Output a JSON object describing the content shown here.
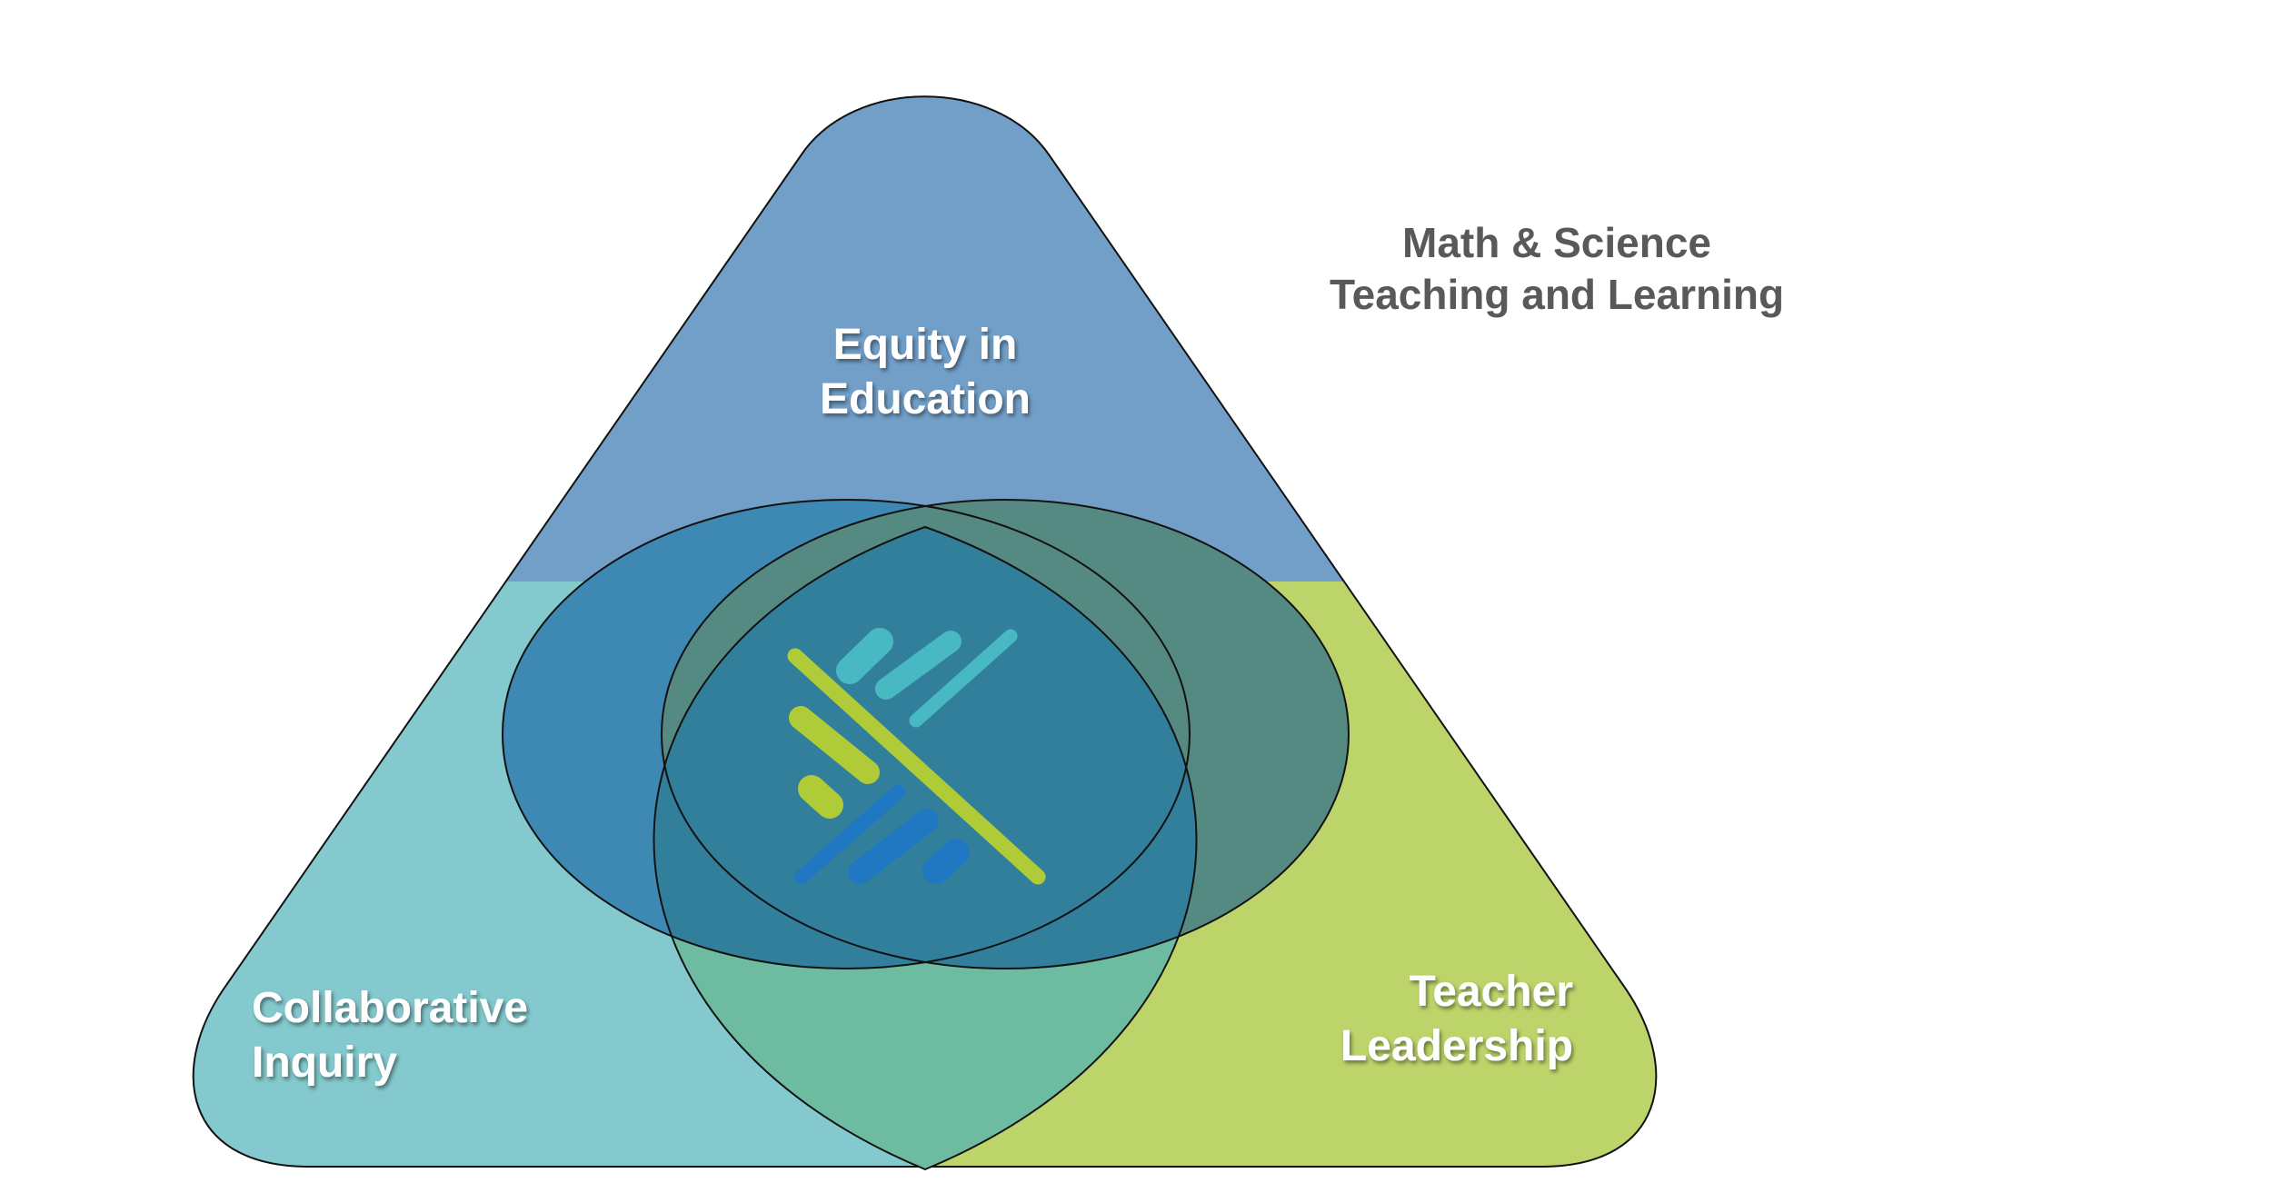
{
  "title": {
    "line1": "Math & Science",
    "line2": "Teaching and Learning"
  },
  "regions": {
    "top": {
      "line1": "Equity in",
      "line2": "Education"
    },
    "left": {
      "line1": "Collaborative",
      "line2": "Inquiry"
    },
    "right": {
      "line1": "Teacher",
      "line2": "Leadership"
    }
  },
  "colors": {
    "top": "#729FC8",
    "left": "#83C9CD",
    "right": "#BDD46A",
    "overlap_top_left": "#3E89B3",
    "overlap_top_right": "#558A82",
    "overlap_bottom": "#6DBBA1",
    "center": "#327F9B",
    "title_text": "#595959",
    "logo_cyan": "#48B9C3",
    "logo_green": "#AFCB37",
    "logo_blue": "#1F78C1"
  }
}
